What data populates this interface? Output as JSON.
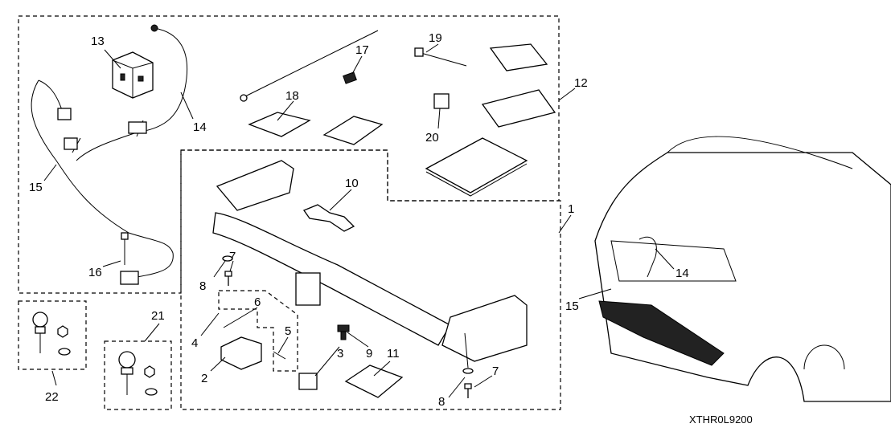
{
  "diagram_code": "XTHR0L9200",
  "callouts": [
    "13",
    "14",
    "15",
    "16",
    "17",
    "18",
    "19",
    "20",
    "12",
    "10",
    "1",
    "8",
    "7",
    "6",
    "4",
    "5",
    "2",
    "3",
    "9",
    "11",
    "22",
    "21",
    "8",
    "7",
    "14",
    "15"
  ],
  "colors": {
    "line": "#000000",
    "background": "#ffffff"
  }
}
